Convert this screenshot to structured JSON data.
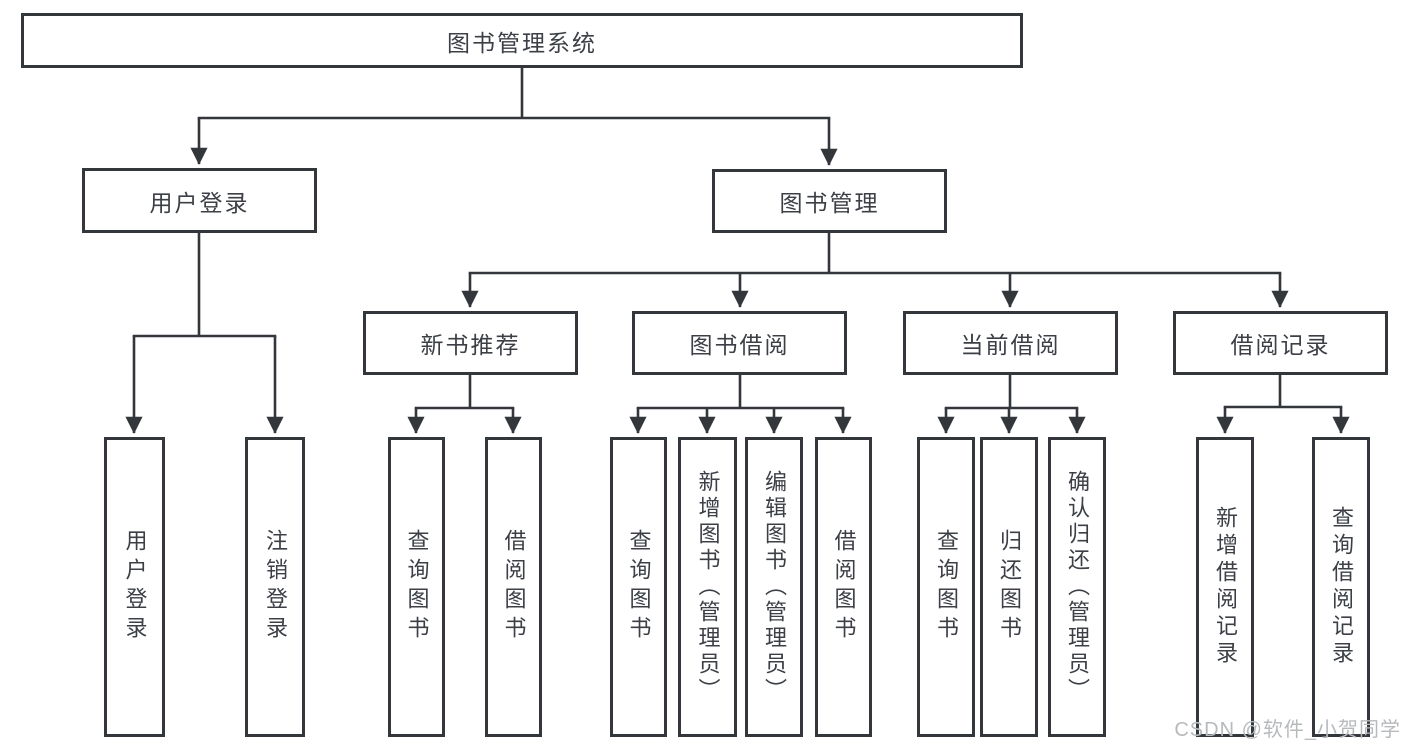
{
  "tree": {
    "root": {
      "label": "图书管理系统"
    },
    "branches": [
      {
        "label": "用户登录",
        "leaves": [
          {
            "label": "用户登录"
          },
          {
            "label": "注销登录"
          }
        ]
      },
      {
        "label": "图书管理",
        "sections": [
          {
            "label": "新书推荐",
            "leaves": [
              {
                "label": "查询图书"
              },
              {
                "label": "借阅图书"
              }
            ]
          },
          {
            "label": "图书借阅",
            "leaves": [
              {
                "label": "查询图书"
              },
              {
                "label": "新增图书（管理员）"
              },
              {
                "label": "编辑图书（管理员）"
              },
              {
                "label": "借阅图书"
              }
            ]
          },
          {
            "label": "当前借阅",
            "leaves": [
              {
                "label": "查询图书"
              },
              {
                "label": "归还图书"
              },
              {
                "label": "确认归还（管理员）"
              }
            ]
          },
          {
            "label": "借阅记录",
            "leaves": [
              {
                "label": "新增借阅记录"
              },
              {
                "label": "查询借阅记录"
              }
            ]
          }
        ]
      }
    ]
  },
  "watermark": {
    "text": "CSDN @软件_小贺同学"
  },
  "colors": {
    "line": "#33363b",
    "ink": "#3c4046",
    "watermark": "#b7babd",
    "background": "#ffffff"
  }
}
